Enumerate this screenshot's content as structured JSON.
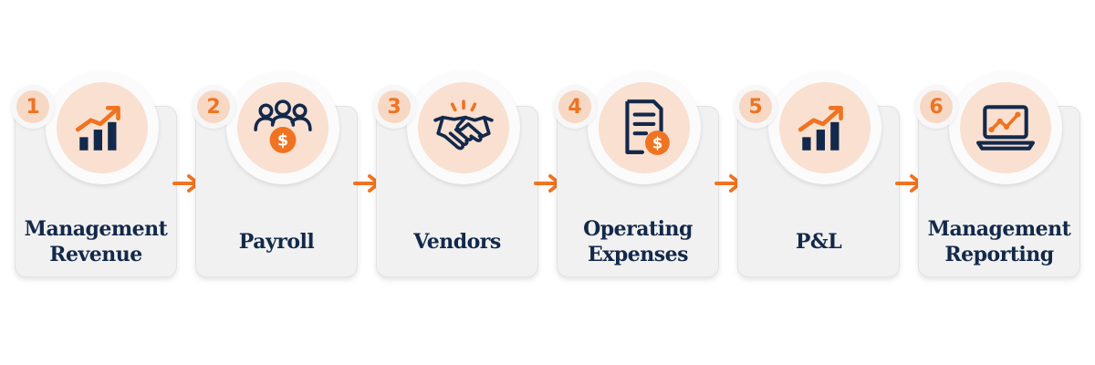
{
  "steps": [
    {
      "number": "1",
      "label": "Management Revenue",
      "icon": "growth-chart-icon"
    },
    {
      "number": "2",
      "label": "Payroll",
      "icon": "team-dollar-icon"
    },
    {
      "number": "3",
      "label": "Vendors",
      "icon": "handshake-icon"
    },
    {
      "number": "4",
      "label": "Operating Expenses",
      "icon": "document-dollar-icon"
    },
    {
      "number": "5",
      "label": "P&L",
      "icon": "growth-chart-icon"
    },
    {
      "number": "6",
      "label": "Management Reporting",
      "icon": "laptop-chart-icon"
    }
  ],
  "colors": {
    "accent": "#ef7321",
    "navy": "#13294b",
    "card": "#f1f1f1",
    "icon_bg": "#f9e0d0",
    "badge_bg": "#f7d8c5"
  }
}
